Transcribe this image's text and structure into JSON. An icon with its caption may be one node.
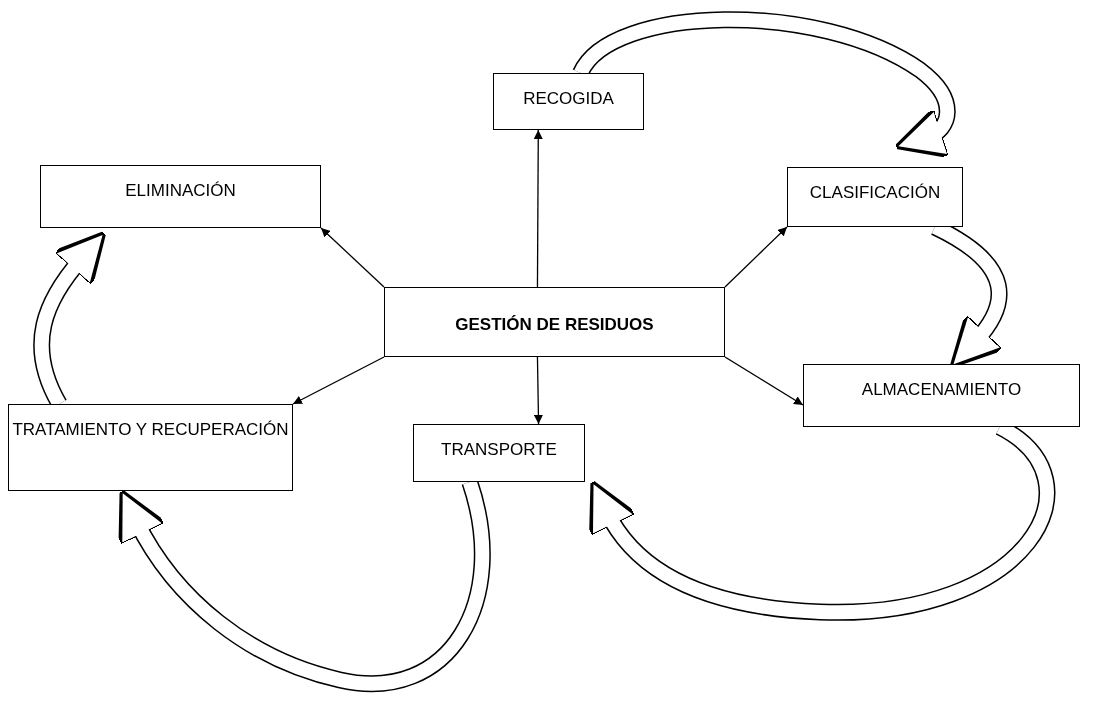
{
  "diagram": {
    "nodes": [
      {
        "text": [
          "GESTIÓN DE RESIDUOS"
        ]
      },
      {
        "text": [
          "RECOGIDA"
        ]
      },
      {
        "text": [
          "CLASIFICACIÓN"
        ]
      },
      {
        "text": [
          "ALMACENAMIENTO"
        ]
      },
      {
        "text": [
          "TRANSPORTE"
        ]
      },
      {
        "text": [
          "TRATAMIENTO Y RECUPERACIÓN"
        ]
      },
      {
        "text": [
          "ELIMINACIÓN"
        ]
      }
    ],
    "edges": [
      {
        "from": 0,
        "to": 1,
        "arrow": "to"
      },
      {
        "from": 0,
        "to": 2,
        "arrow": "to"
      },
      {
        "from": 0,
        "to": 3,
        "arrow": "to"
      },
      {
        "from": 0,
        "to": 4,
        "arrow": "to"
      },
      {
        "from": 0,
        "to": 5,
        "arrow": "to"
      },
      {
        "from": 0,
        "to": 6,
        "arrow": "to"
      },
      {
        "from": 1,
        "to": 2,
        "arrow": "to",
        "style": "thick"
      },
      {
        "from": 2,
        "to": 3,
        "arrow": "to",
        "style": "thick"
      },
      {
        "from": 3,
        "to": 4,
        "arrow": "to",
        "style": "thick"
      },
      {
        "from": 4,
        "to": 5,
        "arrow": "to",
        "style": "thick"
      },
      {
        "from": 5,
        "to": 6,
        "arrow": "to",
        "style": "thick"
      }
    ]
  }
}
